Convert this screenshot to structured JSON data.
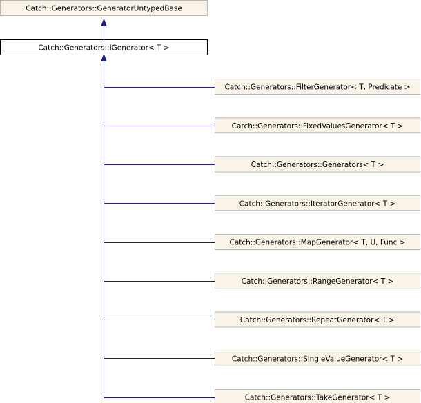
{
  "diagram": {
    "base": {
      "label": "Catch::Generators::GeneratorUntypedBase"
    },
    "interface": {
      "label": "Catch::Generators::IGenerator< T >"
    },
    "derived": [
      {
        "label": "Catch::Generators::FilterGenerator< T, Predicate >"
      },
      {
        "label": "Catch::Generators::FixedValuesGenerator< T >"
      },
      {
        "label": "Catch::Generators::Generators< T >"
      },
      {
        "label": "Catch::Generators::IteratorGenerator< T >"
      },
      {
        "label": "Catch::Generators::MapGenerator< T, U, Func >"
      },
      {
        "label": "Catch::Generators::RangeGenerator< T >"
      },
      {
        "label": "Catch::Generators::RepeatGenerator< T >"
      },
      {
        "label": "Catch::Generators::SingleValueGenerator< T >"
      },
      {
        "label": "Catch::Generators::TakeGenerator< T >"
      }
    ],
    "colors": {
      "node_fill": "#faf3e8",
      "node_border": "#b9b9b9",
      "highlight_fill": "#ffffff",
      "highlight_border": "#000000",
      "edge": "#1a1a8a"
    }
  }
}
